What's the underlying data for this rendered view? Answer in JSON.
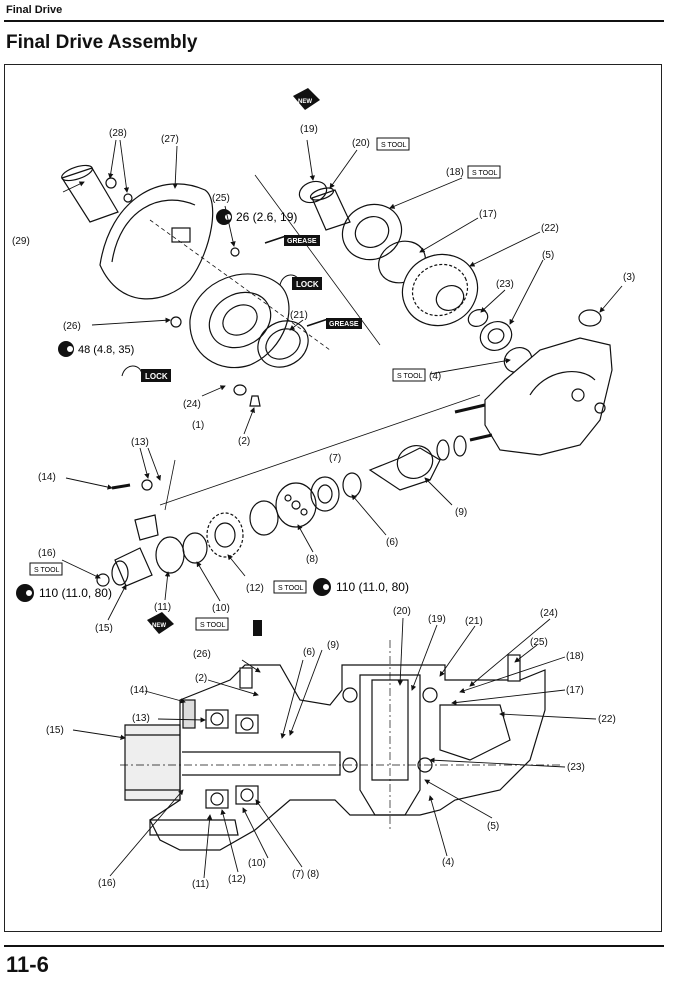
{
  "header": {
    "section": "Final Drive",
    "title": "Final Drive Assembly"
  },
  "footer": {
    "page_number": "11-6"
  },
  "tags": {
    "new": "NEW",
    "stool": "S TOOL",
    "grease": "GREASE",
    "lock": "LOCK"
  },
  "torque": {
    "t26": "26 (2.6, 19)",
    "t48": "48 (4.8, 35)",
    "t110a": "110 (11.0, 80)",
    "t110b": "110 (11.0, 80)"
  },
  "callouts": {
    "c19": "(19)",
    "c20": "(20)",
    "c28": "(28)",
    "c27": "(27)",
    "c18": "(18)",
    "c25": "(25)",
    "c29": "(29)",
    "c17": "(17)",
    "c22": "(22)",
    "c5": "(5)",
    "c3": "(3)",
    "c23": "(23)",
    "c21": "(21)",
    "c26": "(26)",
    "c24": "(24)",
    "c1": "(1)",
    "c2": "(2)",
    "c4": "(4)",
    "c13": "(13)",
    "c7": "(7)",
    "c14": "(14)",
    "c9": "(9)",
    "c6": "(6)",
    "c8": "(8)",
    "c16": "(16)",
    "c12": "(12)",
    "c11": "(11)",
    "c10": "(10)",
    "c15": "(15)",
    "x20": "(20)",
    "x19": "(19)",
    "x21": "(21)",
    "x24": "(24)",
    "x25": "(25)",
    "x26": "(26)",
    "x6": "(6)",
    "x9": "(9)",
    "x18": "(18)",
    "x2": "(2)",
    "x14": "(14)",
    "x17": "(17)",
    "x13": "(13)",
    "x22": "(22)",
    "x15": "(15)",
    "x23": "(23)",
    "x5": "(5)",
    "x4": "(4)",
    "x10": "(10)",
    "x78": "(7) (8)",
    "x16": "(16)",
    "x12": "(12)",
    "x11": "(11)"
  }
}
